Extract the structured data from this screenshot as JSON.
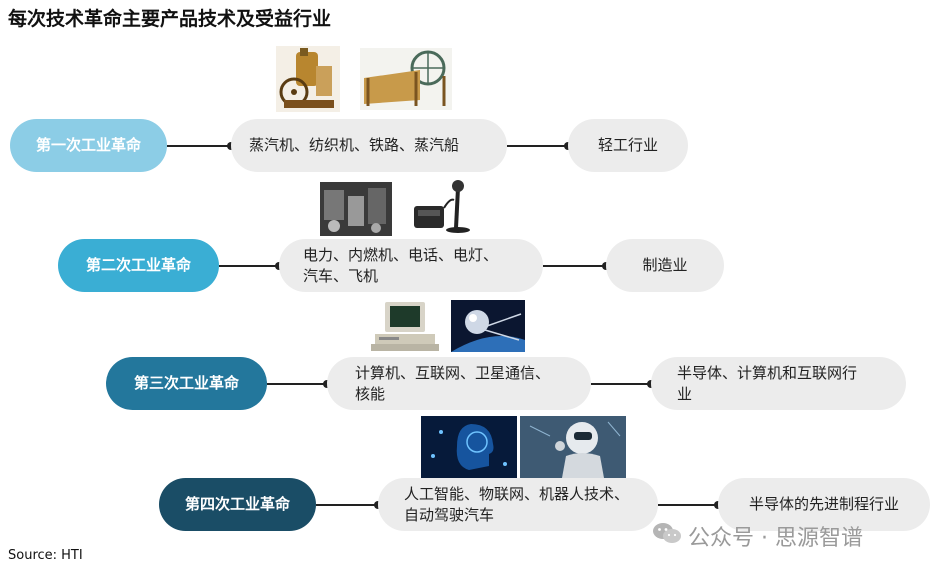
{
  "title": "每次技术革命主要产品技术及受益行业",
  "revolutions": [
    {
      "name": "第一次工业革命",
      "tech": "蒸汽机、纺织机、铁路、蒸汽船",
      "industry": "轻工行业",
      "color": "#8ccde6"
    },
    {
      "name": "第二次工业革命",
      "tech_lines": [
        "电力、内燃机、电话、电灯、",
        "汽车、飞机"
      ],
      "industry": "制造业",
      "color": "#3aaed4"
    },
    {
      "name": "第三次工业革命",
      "tech_lines": [
        "计算机、互联网、卫星通信、",
        "核能"
      ],
      "industry_lines": [
        "半导体、计算机和互联网行",
        "业"
      ],
      "color": "#23779c"
    },
    {
      "name": "第四次工业革命",
      "tech_lines": [
        "人工智能、物联网、机器人技术、",
        "自动驾驶汽车"
      ],
      "industry": "半导体的先进制程行业",
      "color": "#1a4d66"
    }
  ],
  "images": [
    "steam-engine-image",
    "spinning-machine-image",
    "factory-photo-image",
    "telephone-image",
    "computer-image",
    "satellite-image",
    "ai-head-image",
    "robot-image"
  ],
  "source": "Source: HTI",
  "watermark": "公众号 · 思源智谱"
}
